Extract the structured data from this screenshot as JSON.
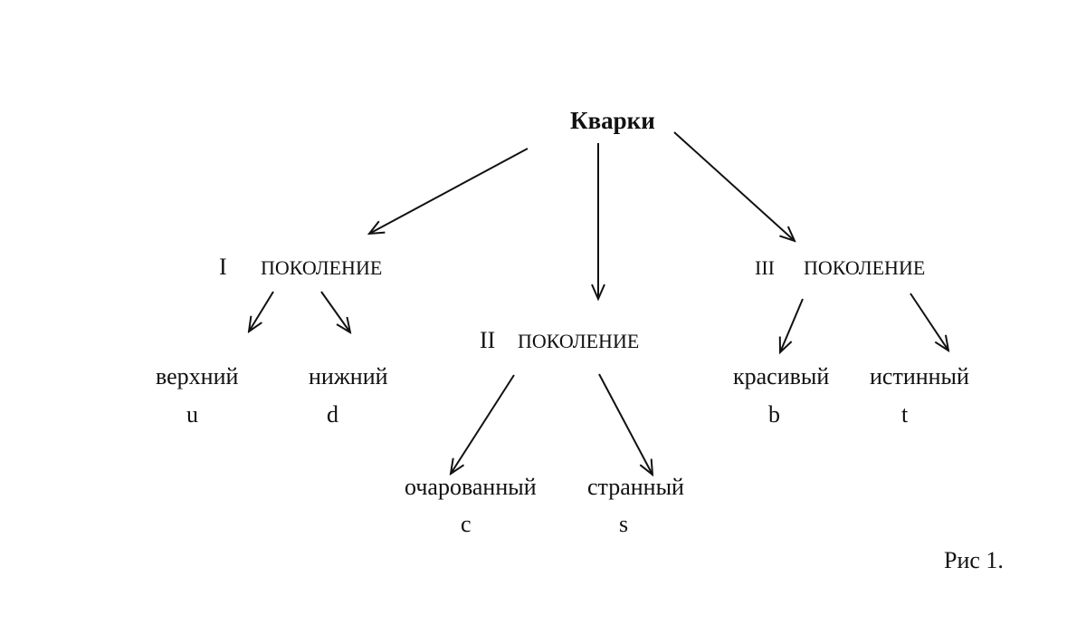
{
  "root": {
    "label": "Кварки"
  },
  "generations": [
    {
      "numeral": "I",
      "label": "ПОКОЛЕНИЕ",
      "quarks": [
        {
          "name": "верхний",
          "symbol": "u"
        },
        {
          "name": "нижний",
          "symbol": "d"
        }
      ]
    },
    {
      "numeral": "II",
      "label": "ПОКОЛЕНИЕ",
      "quarks": [
        {
          "name": "очарованный",
          "symbol": "c"
        },
        {
          "name": "странный",
          "symbol": "s"
        }
      ]
    },
    {
      "numeral": "III",
      "label": "ПОКОЛЕНИЕ",
      "quarks": [
        {
          "name": "красивый",
          "symbol": "b"
        },
        {
          "name": "истинный",
          "symbol": "t"
        }
      ]
    }
  ],
  "caption": "Рис 1.",
  "colors": {
    "ink": "#111111",
    "background": "#ffffff"
  }
}
